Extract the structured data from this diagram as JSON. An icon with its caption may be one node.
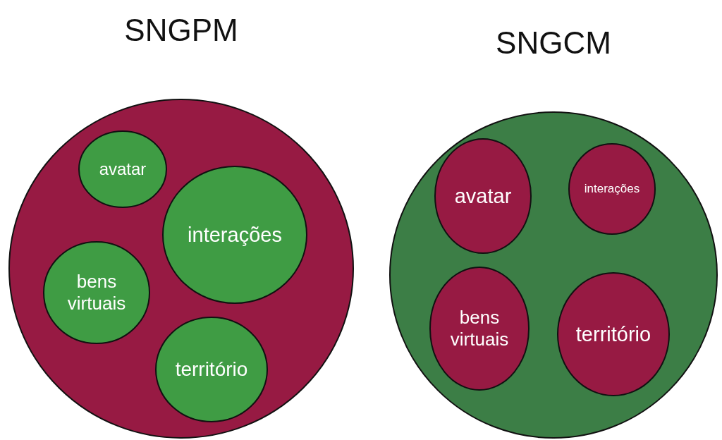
{
  "diagram": {
    "nodes": [
      {
        "text": [
          "SNGPM"
        ]
      },
      {
        "text": [
          "avatar"
        ],
        "in": 0
      },
      {
        "text": [
          "interações"
        ],
        "in": 0
      },
      {
        "text": [
          "bens virtuais"
        ],
        "in": 0
      },
      {
        "text": [
          "território"
        ],
        "in": 0
      },
      {
        "text": [
          "SNGCM"
        ]
      },
      {
        "text": [
          "avatar"
        ],
        "in": 5
      },
      {
        "text": [
          "interações"
        ],
        "in": 5
      },
      {
        "text": [
          "bens virtuais"
        ],
        "in": 5
      },
      {
        "text": [
          "território"
        ],
        "in": 5
      }
    ]
  }
}
